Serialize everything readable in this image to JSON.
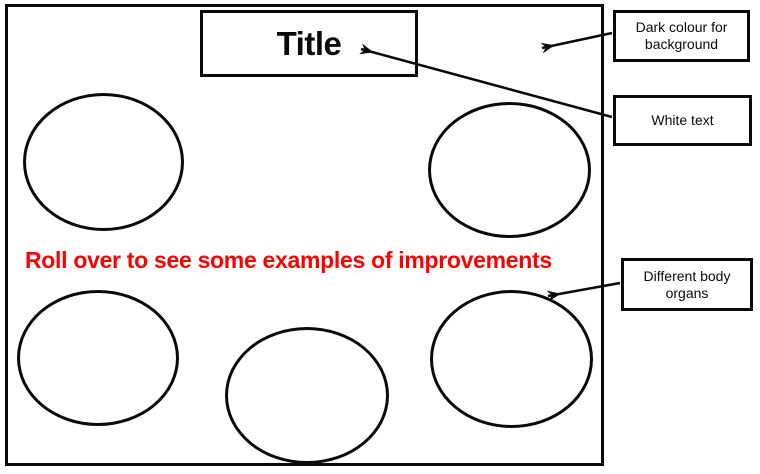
{
  "diagram": {
    "title": "Title",
    "rollover_text": "Roll over to see some examples of improvements",
    "annotations": [
      {
        "label": "Dark colour for background",
        "target": "slide-background"
      },
      {
        "label": "White text",
        "target": "title-text"
      },
      {
        "label": "Different body organs",
        "target": "organ-circles"
      }
    ],
    "organ_circle_count": 5,
    "colors": {
      "accent_red": "#ff0000",
      "stroke": "#0a0a0a",
      "background": "#ffffff"
    }
  }
}
